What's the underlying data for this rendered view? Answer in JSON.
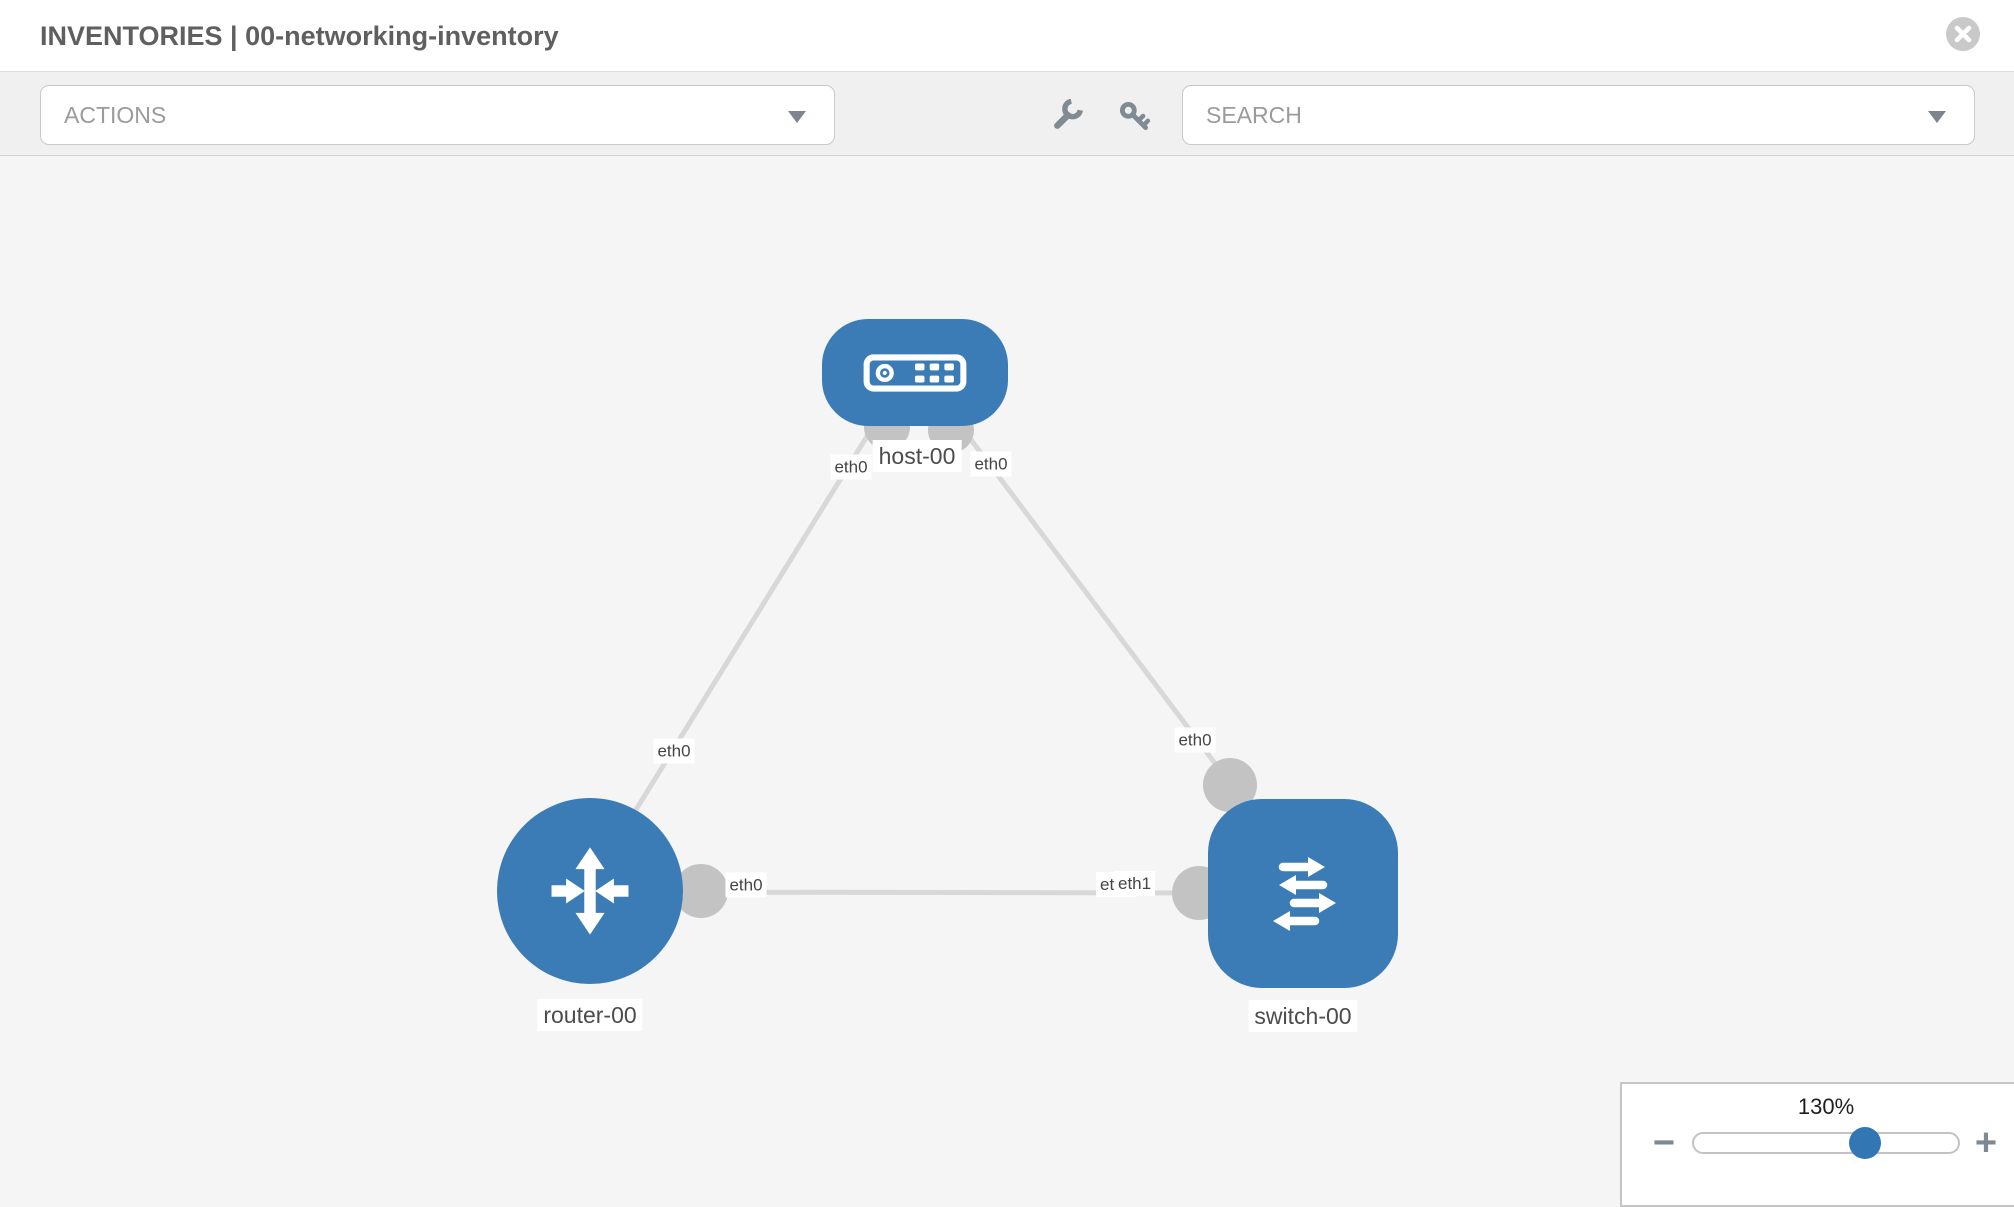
{
  "header": {
    "title": "INVENTORIES | 00-networking-inventory"
  },
  "toolbar": {
    "actions_placeholder": "ACTIONS",
    "search_placeholder": "SEARCH"
  },
  "topology": {
    "nodes": [
      {
        "label": "host-00",
        "type": "host"
      },
      {
        "label": "router-00",
        "type": "router"
      },
      {
        "label": "switch-00",
        "type": "switch"
      }
    ],
    "interfaces": {
      "host_router_host_side": "eth0",
      "host_router_router_side": "eth0",
      "host_switch_host_side": "eth0",
      "host_switch_switch_side": "eth0",
      "router_switch_router_side": "eth0",
      "router_switch_switch_under": "eth0",
      "router_switch_switch_over": "eth1"
    }
  },
  "zoom_control": {
    "level": "130%",
    "minus_glyph": "−",
    "plus_glyph": "+"
  },
  "colors": {
    "accent_blue": "#3b7cb7",
    "link_gray": "#d8d8d8",
    "connector_gray": "#c3c3c3",
    "icon_gray": "#818b94",
    "toolbar_bg": "#f0f0f0",
    "canvas_bg": "#f5f5f5"
  }
}
